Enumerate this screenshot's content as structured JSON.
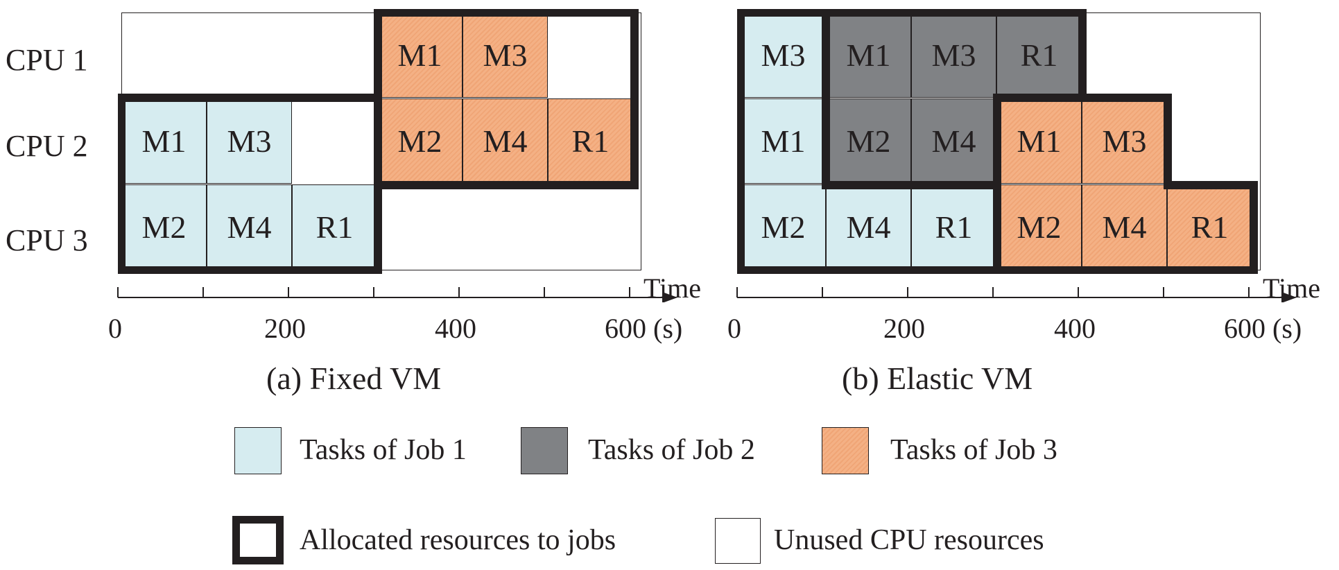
{
  "cpu_labels": [
    "CPU 1",
    "CPU 2",
    "CPU 3"
  ],
  "axis": {
    "ticks": [
      "0",
      "200",
      "400",
      "600 (s)"
    ],
    "time_label": "Time"
  },
  "colors": {
    "job1": "#d6ecf0",
    "job2": "#808285",
    "job3": "#f4b185"
  },
  "panels": [
    {
      "caption": "(a) Fixed VM",
      "cells": [
        {
          "cpu": 1,
          "slot": 3,
          "job": 3,
          "label": "M1"
        },
        {
          "cpu": 1,
          "slot": 4,
          "job": 3,
          "label": "M3"
        },
        {
          "cpu": 2,
          "slot": 0,
          "job": 1,
          "label": "M1"
        },
        {
          "cpu": 2,
          "slot": 1,
          "job": 1,
          "label": "M3"
        },
        {
          "cpu": 2,
          "slot": 3,
          "job": 3,
          "label": "M2"
        },
        {
          "cpu": 2,
          "slot": 4,
          "job": 3,
          "label": "M4"
        },
        {
          "cpu": 2,
          "slot": 5,
          "job": 3,
          "label": "R1"
        },
        {
          "cpu": 3,
          "slot": 0,
          "job": 1,
          "label": "M2"
        },
        {
          "cpu": 3,
          "slot": 1,
          "job": 1,
          "label": "M4"
        },
        {
          "cpu": 3,
          "slot": 2,
          "job": 1,
          "label": "R1"
        }
      ]
    },
    {
      "caption": "(b) Elastic VM",
      "cells": [
        {
          "cpu": 1,
          "slot": 0,
          "job": 1,
          "label": "M3"
        },
        {
          "cpu": 1,
          "slot": 1,
          "job": 2,
          "label": "M1"
        },
        {
          "cpu": 1,
          "slot": 2,
          "job": 2,
          "label": "M3"
        },
        {
          "cpu": 1,
          "slot": 3,
          "job": 2,
          "label": "R1"
        },
        {
          "cpu": 2,
          "slot": 0,
          "job": 1,
          "label": "M1"
        },
        {
          "cpu": 2,
          "slot": 1,
          "job": 2,
          "label": "M2"
        },
        {
          "cpu": 2,
          "slot": 2,
          "job": 2,
          "label": "M4"
        },
        {
          "cpu": 2,
          "slot": 3,
          "job": 3,
          "label": "M1"
        },
        {
          "cpu": 2,
          "slot": 4,
          "job": 3,
          "label": "M3"
        },
        {
          "cpu": 3,
          "slot": 0,
          "job": 1,
          "label": "M2"
        },
        {
          "cpu": 3,
          "slot": 1,
          "job": 1,
          "label": "M4"
        },
        {
          "cpu": 3,
          "slot": 2,
          "job": 1,
          "label": "R1"
        },
        {
          "cpu": 3,
          "slot": 3,
          "job": 3,
          "label": "M2"
        },
        {
          "cpu": 3,
          "slot": 4,
          "job": 3,
          "label": "M4"
        },
        {
          "cpu": 3,
          "slot": 5,
          "job": 3,
          "label": "R1"
        }
      ]
    }
  ],
  "legend": {
    "job1": "Tasks of Job 1",
    "job2": "Tasks of Job 2",
    "job3": "Tasks of Job 3",
    "allocated": "Allocated resources to jobs",
    "unused": "Unused CPU resources"
  }
}
